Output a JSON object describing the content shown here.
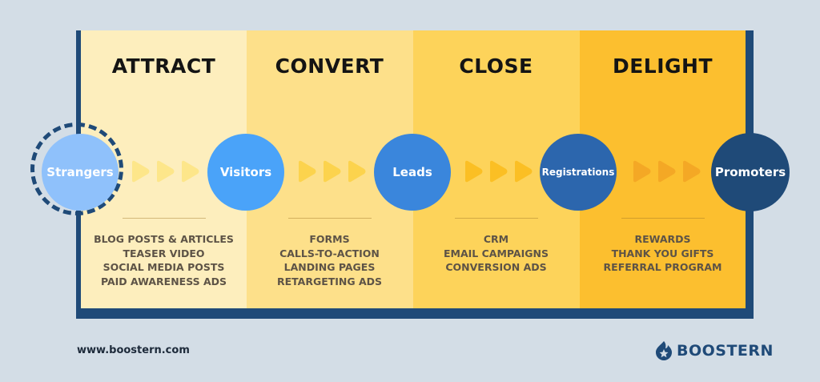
{
  "stages": [
    {
      "heading": "ATTRACT",
      "items": [
        "BLOG POSTS & ARTICLES",
        "TEASER VIDEO",
        "SOCIAL MEDIA POSTS",
        "PAID AWARENESS ADS"
      ]
    },
    {
      "heading": "CONVERT",
      "items": [
        "FORMS",
        "CALLS-TO-ACTION",
        "LANDING PAGES",
        "RETARGETING ADS"
      ]
    },
    {
      "heading": "CLOSE",
      "items": [
        "CRM",
        "EMAIL CAMPAIGNS",
        "CONVERSION ADS"
      ]
    },
    {
      "heading": "DELIGHT",
      "items": [
        "REWARDS",
        "THANK YOU GIFTS",
        "REFERRAL PROGRAM"
      ]
    }
  ],
  "nodes": [
    "Strangers",
    "Visitors",
    "Leads",
    "Registrations",
    "Promoters"
  ],
  "footer": {
    "url": "www.boostern.com",
    "logo_text": "BOOSTERN"
  },
  "colors": {
    "background": "#d3dde6",
    "frame": "#1f4a78",
    "column_fills": [
      "#fdeebd",
      "#fde08a",
      "#fdd35a",
      "#fcbf2f"
    ],
    "node_fills": [
      "#8fc1fb",
      "#4aa3f9",
      "#3a86dc",
      "#2c66ad",
      "#1f4a78"
    ],
    "arrow_fills": [
      "#fde68a",
      "#fcd34d",
      "#fbbf24",
      "#f4a825"
    ]
  },
  "icons": [
    "chevron-arrow-icon",
    "boostern-logo-icon"
  ]
}
